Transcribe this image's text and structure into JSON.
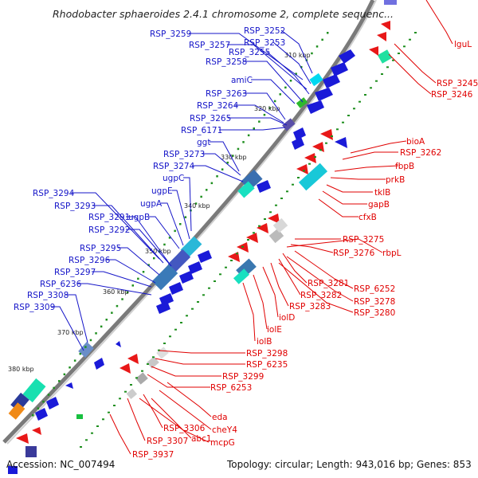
{
  "title": "Rhodobacter sphaeroides 2.4.1 chromosome 2, complete sequenc...",
  "accession": "Accession: NC_007494",
  "topology": "Topology: circular; Length: 943,016 bp; Genes: 853",
  "kbp_ticks": [
    "310 kbp",
    "320 kbp",
    "330 kbp",
    "340 kbp",
    "350 kbp",
    "360 kbp",
    "370 kbp",
    "380 kbp"
  ],
  "forward_genes": [
    "RSP_3252",
    "RSP_3259",
    "RSP_3253",
    "RSP_3257",
    "RSP_3255",
    "RSP_3258",
    "amiC",
    "RSP_3263",
    "RSP_3264",
    "RSP_3265",
    "RSP_6171",
    "ggt",
    "RSP_3273",
    "RSP_3274",
    "ugpC",
    "ugpE",
    "ugpA",
    "ugpB",
    "RSP_3294",
    "RSP_3293",
    "RSP_3291",
    "RSP_3292",
    "RSP_3295",
    "RSP_3296",
    "RSP_3297",
    "RSP_6236",
    "RSP_3308",
    "RSP_3309"
  ],
  "reverse_genes": [
    "lguL",
    "RSP_3245",
    "RSP_3246",
    "bioA",
    "RSP_3262",
    "fbpB",
    "prkB",
    "tklB",
    "gapB",
    "cfxB",
    "RSP_3275",
    "RSP_3276",
    "rbpL",
    "RSP_6252",
    "RSP_3281",
    "RSP_3278",
    "RSP_3282",
    "RSP_3280",
    "RSP_3283",
    "iolD",
    "iolE",
    "iolB",
    "RSP_3298",
    "RSP_6235",
    "RSP_3299",
    "RSP_6253",
    "eda",
    "RSP_3306",
    "cheY4",
    "abc1",
    "mcpG",
    "RSP_3307",
    "RSP_3937"
  ],
  "colors": {
    "forward": "#1414c8",
    "reverse": "#e00000",
    "backbone": "#7a7a7a",
    "tick": "#1f8f1f"
  }
}
